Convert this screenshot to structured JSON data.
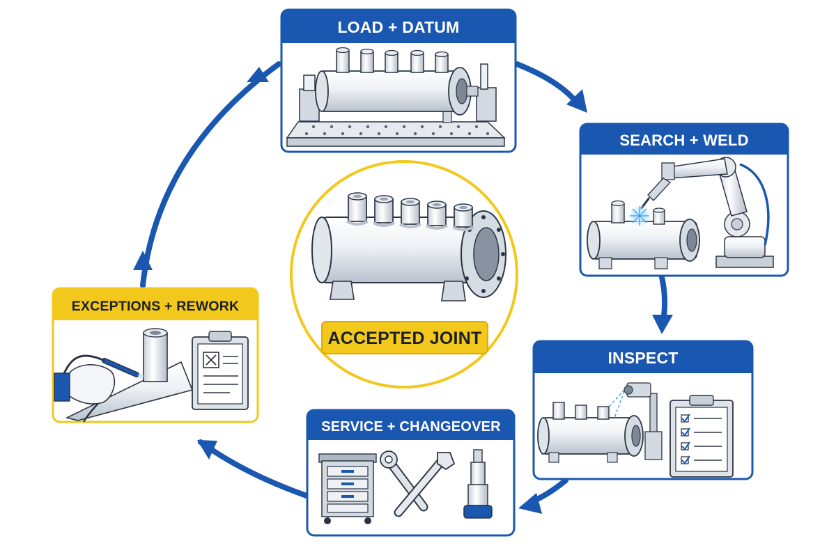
{
  "stages": {
    "load": {
      "title": "LOAD + DATUM"
    },
    "weld": {
      "title": "SEARCH + WELD"
    },
    "inspect": {
      "title": "INSPECT"
    },
    "service": {
      "title": "SERVICE + CHANGEOVER"
    },
    "rework": {
      "title": "EXCEPTIONS + REWORK"
    }
  },
  "center": {
    "label": "ACCEPTED JOINT"
  },
  "colors": {
    "blue": "#1a57b0",
    "yellow": "#f2c81c",
    "steel": "#e8ecf1",
    "outline": "#2b3442"
  }
}
